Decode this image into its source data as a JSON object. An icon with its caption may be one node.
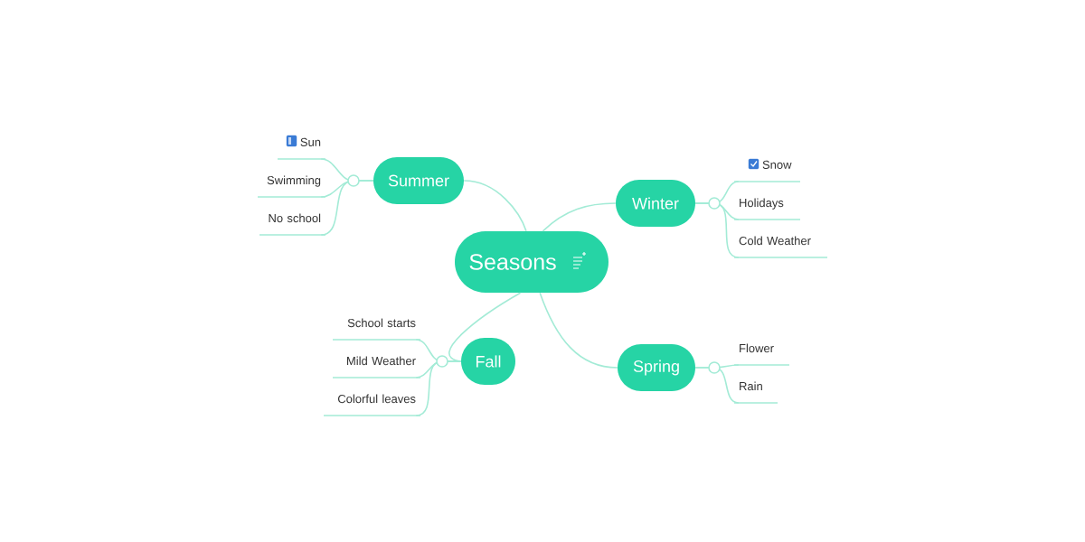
{
  "diagram": {
    "nodes": [
      {
        "text": [
          "Seasons"
        ]
      },
      {
        "text": [
          "Summer"
        ]
      },
      {
        "text": [
          "Winter"
        ]
      },
      {
        "text": [
          "Fall"
        ]
      },
      {
        "text": [
          "Spring"
        ]
      },
      {
        "text": [
          "Sun"
        ]
      },
      {
        "text": [
          "Swimming"
        ]
      },
      {
        "text": [
          "No school"
        ]
      },
      {
        "text": [
          "Snow"
        ]
      },
      {
        "text": [
          "Holidays"
        ]
      },
      {
        "text": [
          "Cold Weather"
        ]
      },
      {
        "text": [
          "School starts"
        ]
      },
      {
        "text": [
          "Mild Weather"
        ]
      },
      {
        "text": [
          "Colorful leaves"
        ]
      },
      {
        "text": [
          "Flower"
        ]
      },
      {
        "text": [
          "Rain"
        ]
      }
    ],
    "edges": [
      {
        "from": 0,
        "to": 1,
        "arrow": "none"
      },
      {
        "from": 0,
        "to": 2,
        "arrow": "none"
      },
      {
        "from": 0,
        "to": 3,
        "arrow": "none"
      },
      {
        "from": 0,
        "to": 4,
        "arrow": "none"
      },
      {
        "from": 1,
        "to": 5,
        "arrow": "none"
      },
      {
        "from": 1,
        "to": 6,
        "arrow": "none"
      },
      {
        "from": 1,
        "to": 7,
        "arrow": "none"
      },
      {
        "from": 2,
        "to": 8,
        "arrow": "none"
      },
      {
        "from": 2,
        "to": 9,
        "arrow": "none"
      },
      {
        "from": 2,
        "to": 10,
        "arrow": "none"
      },
      {
        "from": 3,
        "to": 11,
        "arrow": "none"
      },
      {
        "from": 3,
        "to": 12,
        "arrow": "none"
      },
      {
        "from": 3,
        "to": 13,
        "arrow": "none"
      },
      {
        "from": 4,
        "to": 14,
        "arrow": "none"
      },
      {
        "from": 4,
        "to": 15,
        "arrow": "none"
      }
    ]
  }
}
